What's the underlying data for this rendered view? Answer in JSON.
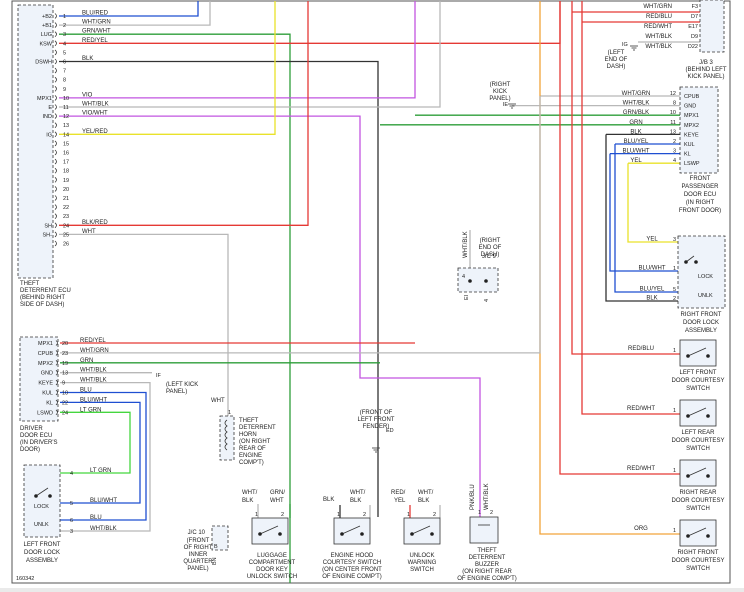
{
  "diagram_id": "160342",
  "colors": {
    "red": "#e53935",
    "blue": "#1f4fd1",
    "green": "#2e9e3a",
    "ltgreen": "#45d63f",
    "black": "#333333",
    "white": "#b8b8b8",
    "violet": "#c255e0",
    "yellow": "#e9e22a",
    "orange": "#f2a33a",
    "gray": "#9a9a9a"
  },
  "theft_ecu": {
    "caption": [
      "THEFT",
      "DETERRENT ECU",
      "(BEHIND RIGHT",
      "SIDE OF DASH)"
    ],
    "pins": [
      {
        "name": "+B2",
        "num": "1"
      },
      {
        "name": "+B1",
        "num": "2"
      },
      {
        "name": "LUG",
        "num": "3"
      },
      {
        "name": "KSW",
        "num": "4"
      },
      {
        "name": "",
        "num": "5"
      },
      {
        "name": "DSWH",
        "num": "6"
      },
      {
        "name": "",
        "num": "7"
      },
      {
        "name": "",
        "num": "8"
      },
      {
        "name": "",
        "num": "9"
      },
      {
        "name": "MPX1",
        "num": "10"
      },
      {
        "name": "E",
        "num": "11"
      },
      {
        "name": "IND",
        "num": "12"
      },
      {
        "name": "",
        "num": "13"
      },
      {
        "name": "IG",
        "num": "14"
      },
      {
        "name": "",
        "num": "15"
      },
      {
        "name": "",
        "num": "16"
      },
      {
        "name": "",
        "num": "17"
      },
      {
        "name": "",
        "num": "18"
      },
      {
        "name": "",
        "num": "19"
      },
      {
        "name": "",
        "num": "20"
      },
      {
        "name": "",
        "num": "21"
      },
      {
        "name": "",
        "num": "22"
      },
      {
        "name": "",
        "num": "23"
      },
      {
        "name": "SH",
        "num": "24"
      },
      {
        "name": "SH-",
        "num": "25"
      },
      {
        "name": "",
        "num": "26"
      }
    ],
    "wires": [
      {
        "pin": "1",
        "label": "BLU/RED"
      },
      {
        "pin": "2",
        "label": "WHT/GRN"
      },
      {
        "pin": "3",
        "label": "GRN/WHT"
      },
      {
        "pin": "4",
        "label": "RED/YEL"
      },
      {
        "pin": "6",
        "label": "BLK"
      },
      {
        "pin": "10",
        "label": "VIO"
      },
      {
        "pin": "11",
        "label": "WHT/BLK"
      },
      {
        "pin": "12",
        "label": "VIO/WHT"
      },
      {
        "pin": "14",
        "label": "YEL/RED"
      },
      {
        "pin": "24",
        "label": "BLK/RED"
      },
      {
        "pin": "25",
        "label": "WHT"
      }
    ]
  },
  "jb3": {
    "caption": [
      "J/B 3",
      "(BEHIND LEFT",
      "KICK PANEL)"
    ],
    "rows": [
      {
        "wire": "WHT/GRN",
        "pin": "F3"
      },
      {
        "wire": "RED/BLU",
        "pin": "D7"
      },
      {
        "wire": "RED/WHT",
        "pin": "E17"
      },
      {
        "wire": "WHT/BLK",
        "pin": "D9"
      },
      {
        "wire": "WHT/BLK",
        "pin": "D22"
      }
    ],
    "ground": {
      "code": "IG",
      "caption": [
        "(LEFT",
        "END OF",
        "DASH)"
      ]
    }
  },
  "front_pass_ecu": {
    "caption": [
      "FRONT",
      "PASSENGER",
      "DOOR ECU",
      "(IN RIGHT",
      "FRONT DOOR)"
    ],
    "ground_label": "IE",
    "ground_caption": [
      "(RIGHT",
      "KICK",
      "PANEL)"
    ],
    "rows": [
      {
        "wire": "WHT/GRN",
        "num": "12",
        "name": "CPUB"
      },
      {
        "wire": "WHT/BLK",
        "num": "8",
        "name": "GND"
      },
      {
        "wire": "GRN/BLK",
        "num": "10",
        "name": "MPX1"
      },
      {
        "wire": "GRN",
        "num": "11",
        "name": "MPX2"
      },
      {
        "wire": "BLK",
        "num": "13",
        "name": "KEYE"
      },
      {
        "wire": "BLU/YEL",
        "num": "2",
        "name": "KUL"
      },
      {
        "wire": "BLU/WHT",
        "num": "3",
        "name": "KL"
      },
      {
        "wire": "YEL",
        "num": "4",
        "name": "LSWP"
      }
    ]
  },
  "right_front_lock": {
    "caption": [
      "RIGHT FRONT",
      "DOOR LOCK",
      "ASSEMBLY"
    ],
    "lock": "LOCK",
    "unlk": "UNLK",
    "rows": [
      {
        "wire": "YEL",
        "num": "3"
      },
      {
        "wire": "BLU/WHT",
        "num": "1"
      },
      {
        "wire": "BLU/YEL",
        "num": "5"
      },
      {
        "wire": "BLK",
        "num": "2"
      }
    ]
  },
  "jc9": {
    "label": "J/C 9",
    "caption": [
      "(RIGHT",
      "END OF",
      "DASH)"
    ],
    "wire": "WHT/BLK",
    "pins": [
      "4",
      "4"
    ],
    "ground": "EI"
  },
  "switches": [
    {
      "wire": "RED/BLU",
      "num": "1",
      "caption": [
        "LEFT FRONT",
        "DOOR COURTESY",
        "SWITCH"
      ]
    },
    {
      "wire": "RED/WHT",
      "num": "1",
      "caption": [
        "LEFT REAR",
        "DOOR COURTESY",
        "SWITCH"
      ]
    },
    {
      "wire": "RED/WHT",
      "num": "1",
      "caption": [
        "RIGHT REAR",
        "DOOR COURTESY",
        "SWITCH"
      ]
    },
    {
      "wire": "ORG",
      "num": "1",
      "caption": [
        "RIGHT FRONT",
        "DOOR COURTESY",
        "SWITCH"
      ]
    }
  ],
  "driver_ecu": {
    "caption": [
      "DRIVER",
      "DOOR ECU",
      "(IN DRIVER'S",
      "DOOR)"
    ],
    "rows": [
      {
        "name": "MPX1",
        "num": "20",
        "wire": "RED/YEL"
      },
      {
        "name": "CPUB",
        "num": "23",
        "wire": "WHT/GRN"
      },
      {
        "name": "MPX2",
        "num": "19",
        "wire": "GRN"
      },
      {
        "name": "GND",
        "num": "13",
        "wire": "WHT/BLK"
      },
      {
        "name": "KEYE",
        "num": "9",
        "wire": "WHT/BLK"
      },
      {
        "name": "KUL",
        "num": "10",
        "wire": "BLU"
      },
      {
        "name": "KL",
        "num": "22",
        "wire": "BLU/WHT"
      },
      {
        "name": "LSWD",
        "num": "24",
        "wire": "LT GRN"
      }
    ],
    "ground": {
      "code": "IF",
      "caption": [
        "(LEFT KICK",
        "PANEL)"
      ]
    }
  },
  "left_front_lock": {
    "caption": [
      "LEFT FRONT",
      "DOOR LOCK",
      "ASSEMBLY"
    ],
    "lock": "LOCK",
    "unlk": "UNLK",
    "rows": [
      {
        "num": "4",
        "wire": "LT GRN"
      },
      {
        "num": "5",
        "wire": "BLU/WHT"
      },
      {
        "num": "6",
        "wire": "BLU"
      },
      {
        "num": "3",
        "wire": "WHT/BLK"
      }
    ]
  },
  "horn": {
    "wire": "WHT",
    "pin": "1",
    "caption": [
      "THEFT",
      "DETERRENT",
      "HORN",
      "(ON RIGHT",
      "REAR OF",
      "ENGINE",
      "COMP'T)"
    ]
  },
  "jc10": {
    "label": "J/C 10",
    "pin": "B",
    "caption": [
      "(FRONT",
      "OF RIGHT",
      "INNER",
      "QUARTER",
      "PANEL)"
    ],
    "ground": "BN"
  },
  "luggage": {
    "wires": [
      "WHT/",
      "BLK",
      "GRN/",
      "WHT"
    ],
    "pins": [
      "1",
      "2"
    ],
    "caption": [
      "LUGGAGE",
      "COMPARTMENT",
      "DOOR KEY",
      "UNLOCK SWITCH"
    ]
  },
  "hood": {
    "wires": [
      "BLK",
      "WHT/",
      "BLK"
    ],
    "pins": [
      "1",
      "2"
    ],
    "ground": "ED",
    "ground_caption": [
      "(FRONT OF",
      "LEFT FRONT",
      "FENDER)"
    ],
    "caption": [
      "ENGINE HOOD",
      "COURTESY SWITCH",
      "(ON CENTER FRONT",
      "OF ENGINE COMP'T)"
    ]
  },
  "unlock_warning": {
    "wires": [
      "RED/",
      "YEL",
      "WHT/",
      "BLK"
    ],
    "pins": [
      "1",
      "2"
    ],
    "caption": [
      "UNLOCK",
      "WARNING",
      "SWITCH"
    ]
  },
  "buzzer": {
    "wires": [
      "PNK/BLU",
      "WHT/BLK"
    ],
    "pins": [
      "1",
      "2"
    ],
    "caption": [
      "THEFT",
      "DETERRENT",
      "BUZZER",
      "(ON RIGHT REAR",
      "OF ENGINE COMP'T)"
    ]
  }
}
